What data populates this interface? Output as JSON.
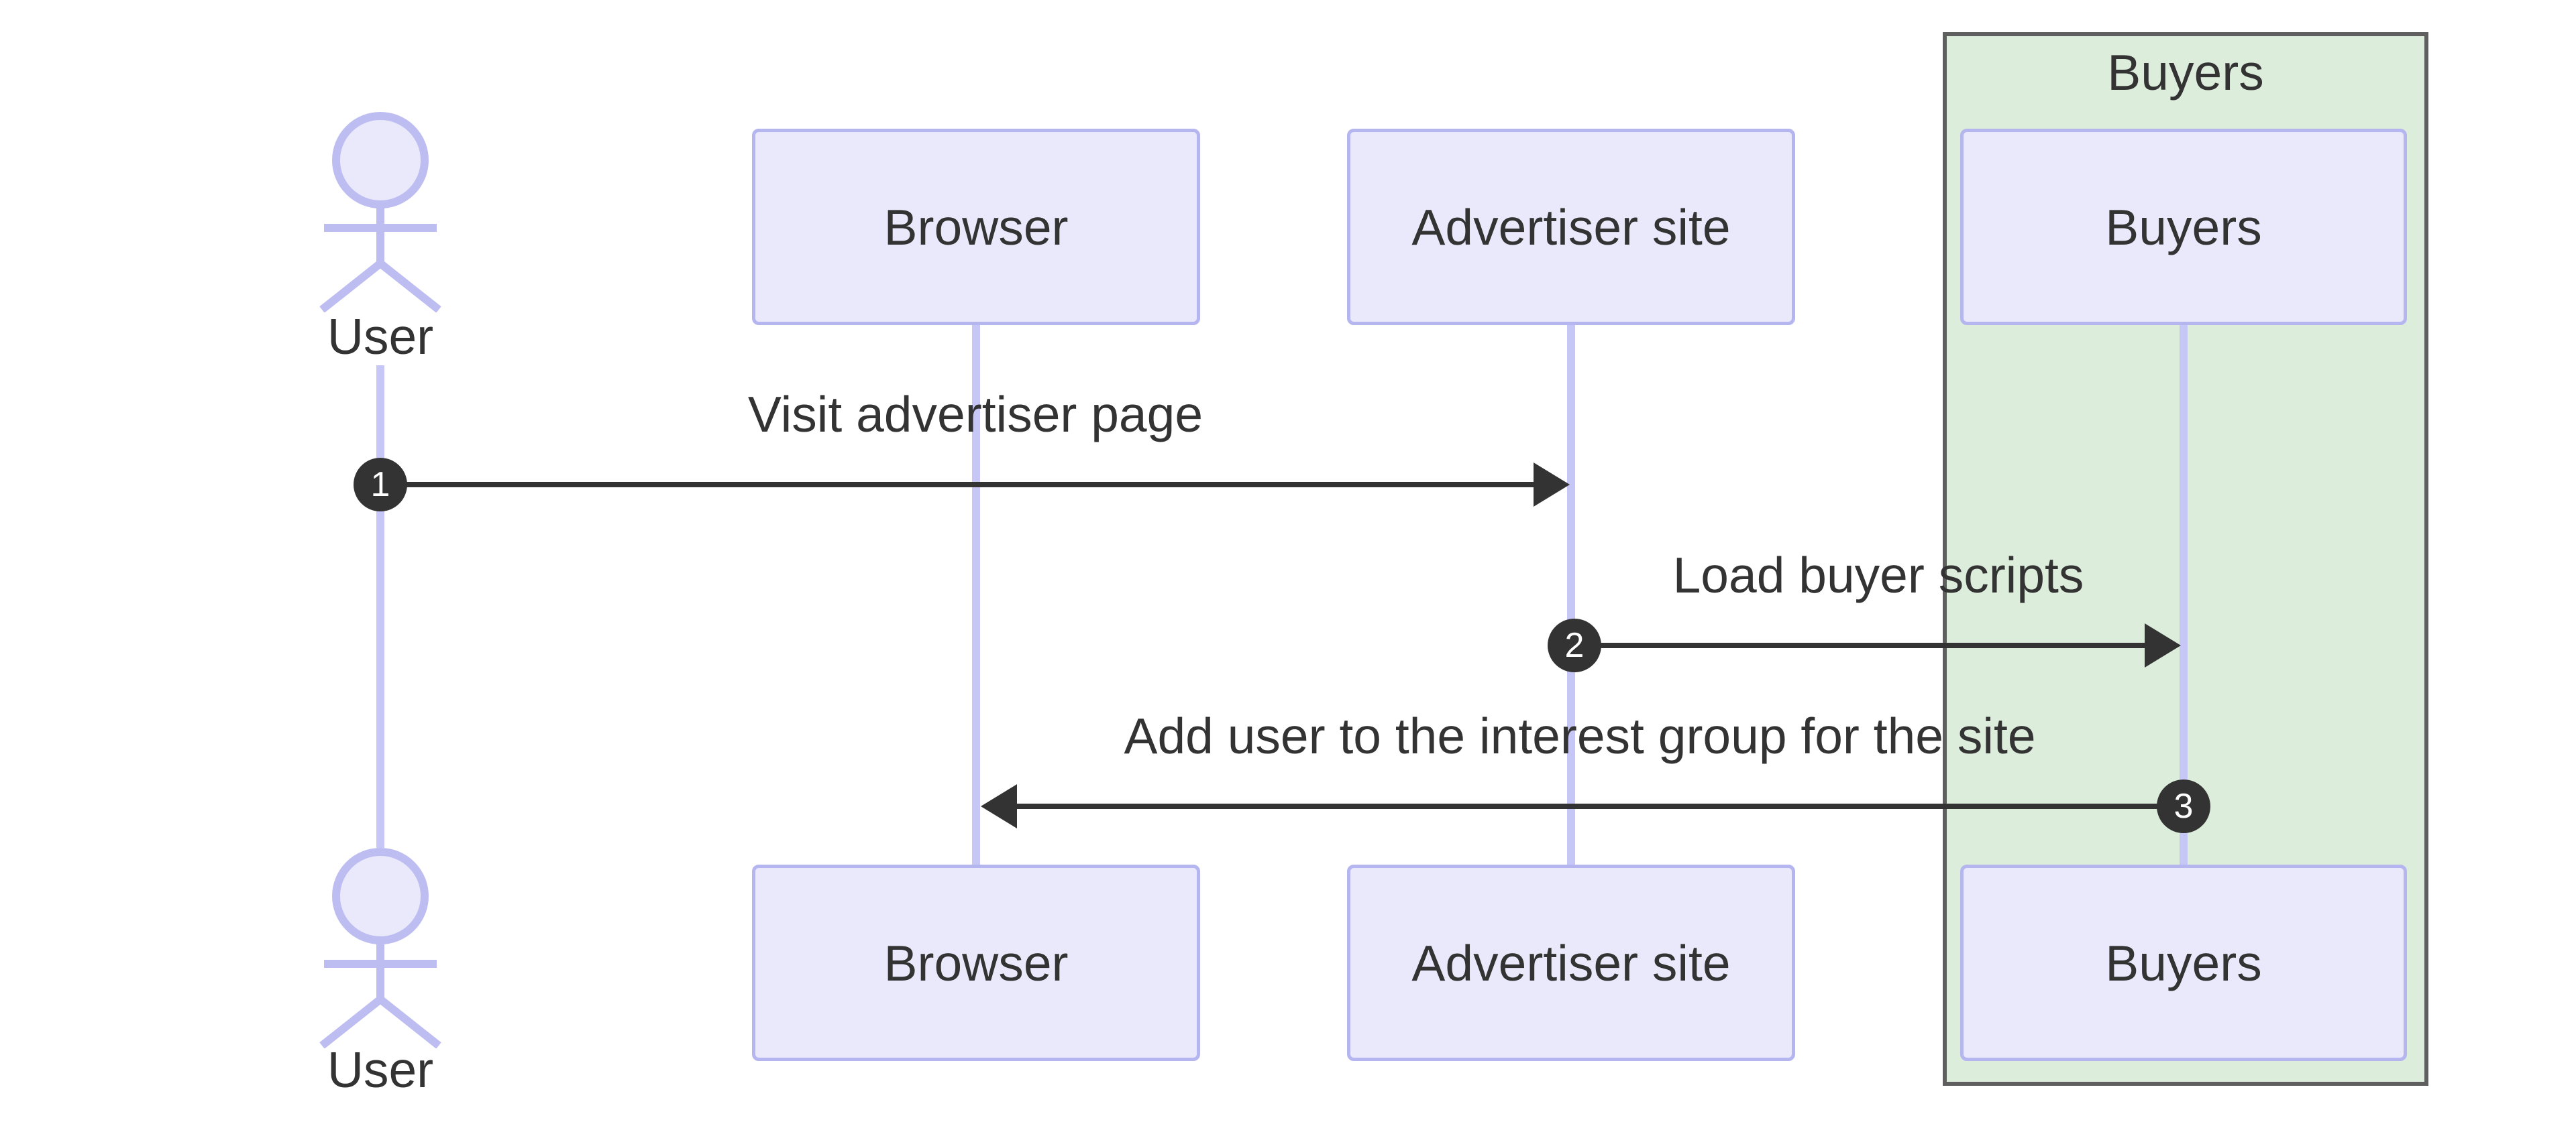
{
  "diagram": {
    "kind": "sequence-diagram",
    "group": {
      "label": "Buyers"
    },
    "actors": [
      {
        "id": "user",
        "label": "User",
        "kind": "actor"
      },
      {
        "id": "browser",
        "label": "Browser",
        "kind": "participant"
      },
      {
        "id": "advertiser",
        "label": "Advertiser site",
        "kind": "participant"
      },
      {
        "id": "buyers",
        "label": "Buyers",
        "kind": "participant",
        "group": "Buyers"
      }
    ],
    "messages": [
      {
        "seq": "1",
        "from": "User",
        "to": "Advertiser site",
        "label": "Visit advertiser page"
      },
      {
        "seq": "2",
        "from": "Advertiser site",
        "to": "Buyers",
        "label": "Load buyer scripts"
      },
      {
        "seq": "3",
        "from": "Buyers",
        "to": "Browser",
        "label": "Add user to the interest group for the site"
      }
    ],
    "colors": {
      "background": "#ffffff",
      "participant_fill": "#E9E9FB",
      "participant_border": "#B5B5EF",
      "lifeline": "#C6C6F7",
      "actor_stroke": "#BDBDF2",
      "group_fill": "#DCEDDC",
      "group_border": "#5f5f5f",
      "arrow": "#333333",
      "text": "#333333",
      "badge_fill": "#333333",
      "badge_text": "#ffffff"
    }
  }
}
